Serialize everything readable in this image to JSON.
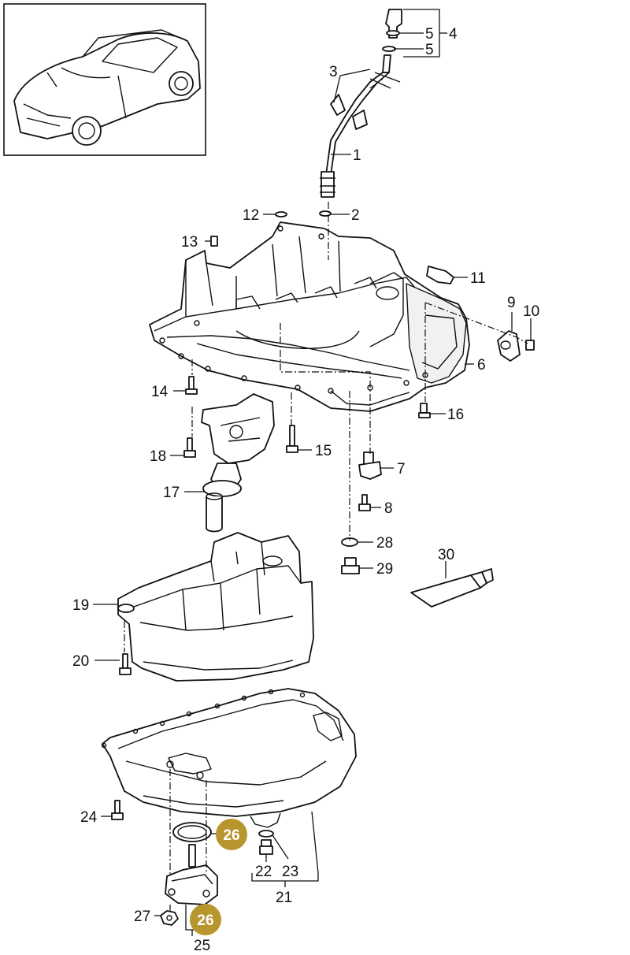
{
  "labels": {
    "p1": "1",
    "p2": "2",
    "p3": "3",
    "p4": "4",
    "p5a": "5",
    "p5b": "5",
    "p6": "6",
    "p7": "7",
    "p8": "8",
    "p9": "9",
    "p10": "10",
    "p11": "11",
    "p12": "12",
    "p13": "13",
    "p14": "14",
    "p15": "15",
    "p16": "16",
    "p17": "17",
    "p18": "18",
    "p19": "19",
    "p20": "20",
    "p21": "21",
    "p22": "22",
    "p23": "23",
    "p24": "24",
    "p25": "25",
    "p27": "27",
    "p28": "28",
    "p29": "29",
    "p30": "30"
  },
  "badges": {
    "b26a": "26",
    "b26b": "26"
  },
  "colors": {
    "badge": "#b8962e",
    "line": "#111111"
  }
}
